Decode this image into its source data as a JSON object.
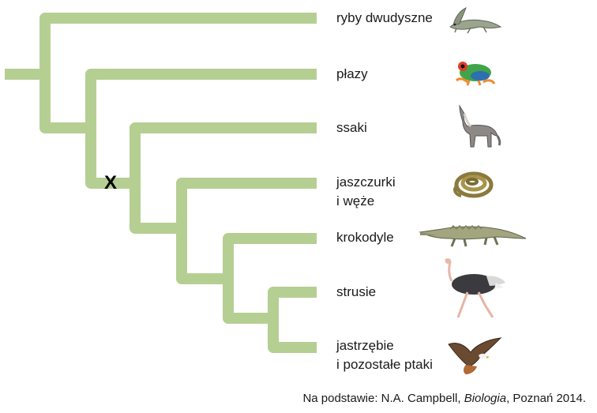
{
  "taxa": [
    {
      "line1": "ryby dwudyszne",
      "line2": ""
    },
    {
      "line1": "płazy",
      "line2": ""
    },
    {
      "line1": "ssaki",
      "line2": ""
    },
    {
      "line1": "jaszczurki",
      "line2": "i węże"
    },
    {
      "line1": "krokodyle",
      "line2": ""
    },
    {
      "line1": "strusie",
      "line2": ""
    },
    {
      "line1": "jastrzębie",
      "line2": "i pozostałe ptaki"
    }
  ],
  "marker": "X",
  "source": {
    "prefix": "Na podstawie: N.A. Campbell, ",
    "title": "Biologia",
    "suffix": ", Poznań 2014."
  },
  "colors": {
    "branch": "#b5cf93",
    "text": "#1a1a1a"
  },
  "icons": [
    "lungfish-icon",
    "frog-icon",
    "wolf-icon",
    "snake-icon",
    "crocodile-icon",
    "ostrich-icon",
    "hawk-icon"
  ]
}
